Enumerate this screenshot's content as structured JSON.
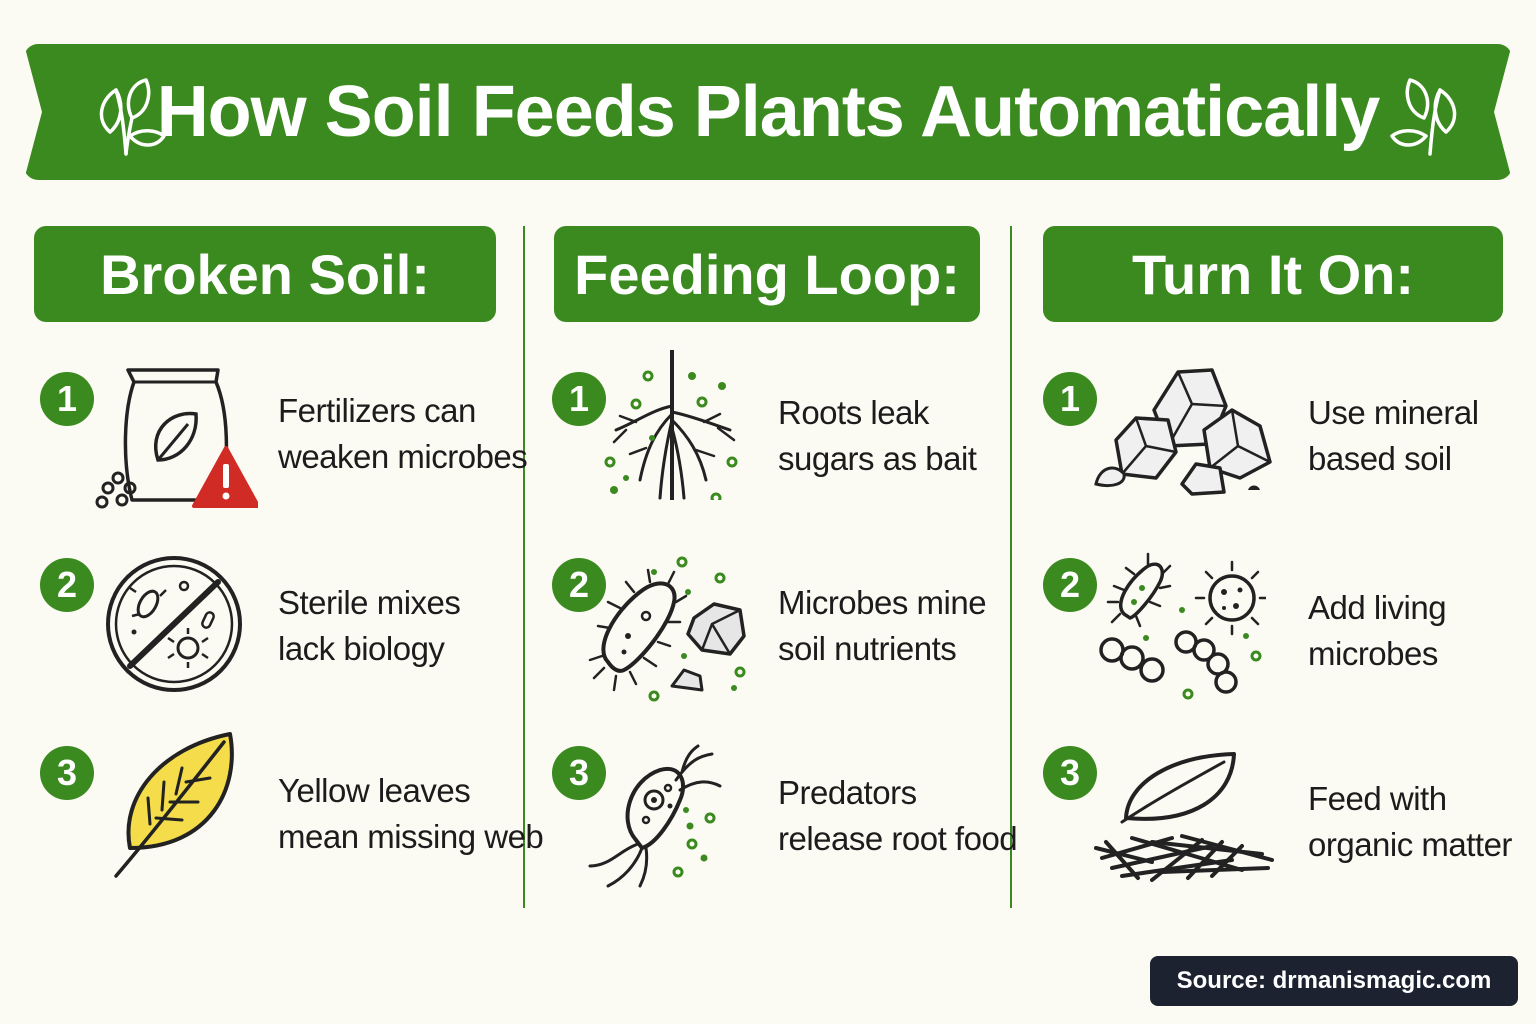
{
  "title": "How Soil Feeds Plants Automatically",
  "source": "Source: drmanismagic.com",
  "icons": {
    "banner_left": "leaf-sprig-icon",
    "banner_right": "leaf-sprig-icon"
  },
  "colors": {
    "brand_green": "#3b8a1f",
    "warning_red": "#d12b25",
    "leaf_yellow": "#f4dc4a",
    "background": "#fbfaf3"
  },
  "columns": [
    {
      "header": "Broken Soil:",
      "items": [
        {
          "number": "1",
          "line1": "Fertilizers can",
          "line2": "weaken microbes",
          "icon": "fertilizer-bag-warning-icon"
        },
        {
          "number": "2",
          "line1": "Sterile mixes",
          "line2": "lack biology",
          "icon": "no-microbes-icon"
        },
        {
          "number": "3",
          "line1": "Yellow leaves",
          "line2": "mean missing web",
          "icon": "yellow-leaf-icon"
        }
      ]
    },
    {
      "header": "Feeding Loop:",
      "items": [
        {
          "number": "1",
          "line1": "Roots leak",
          "line2": "sugars as bait",
          "icon": "roots-icon"
        },
        {
          "number": "2",
          "line1": "Microbes mine",
          "line2": "soil nutrients",
          "icon": "microbe-rock-icon"
        },
        {
          "number": "3",
          "line1": "Predators",
          "line2": "release root food",
          "icon": "protozoa-icon"
        }
      ]
    },
    {
      "header": "Turn It On:",
      "items": [
        {
          "number": "1",
          "line1": "Use mineral",
          "line2": "based soil",
          "icon": "mineral-rocks-icon"
        },
        {
          "number": "2",
          "line1": "Add living",
          "line2": "microbes",
          "icon": "living-microbes-icon"
        },
        {
          "number": "3",
          "line1": "Feed with",
          "line2": "organic matter",
          "icon": "leaf-mulch-icon"
        }
      ]
    }
  ]
}
